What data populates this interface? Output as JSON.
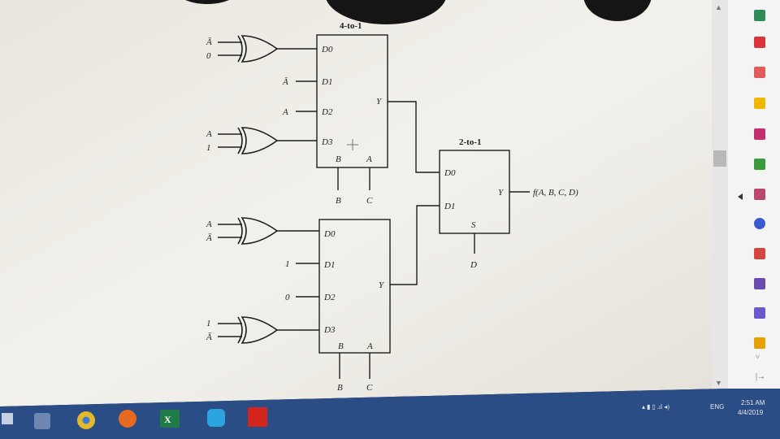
{
  "diagram": {
    "mux_top_title": "4-to-1",
    "mux_right_title": "2-to-1",
    "d0": "D0",
    "d1": "D1",
    "d2": "D2",
    "d3": "D3",
    "y": "Y",
    "sel_b": "B",
    "sel_a": "A",
    "sel_s": "S",
    "ext_b": "B",
    "ext_c": "C",
    "ext_d": "D",
    "gate1_in1": "Ā",
    "gate1_in2": "0",
    "d1_top_input": "Ā",
    "d2_top_input": "A",
    "gate2_in1": "A",
    "gate2_in2": "1",
    "gate3_in1": "A",
    "gate3_in2": "Ā",
    "d1_bottom_input": "1",
    "d2_bottom_input": "0",
    "gate4_in1": "1",
    "gate4_in2": "Ā",
    "output": "f(A, B, C, D)"
  },
  "taskbar": {
    "lang": "ENG",
    "time": "2:51 AM",
    "date": "4/4/2019",
    "excel_label": "X"
  },
  "colors": {
    "paper": "#f1efe9",
    "ink": "#1e1e1e",
    "frame": "#141416",
    "taskbar": "#2b4d86",
    "sidebar": "#f4f4f4"
  }
}
